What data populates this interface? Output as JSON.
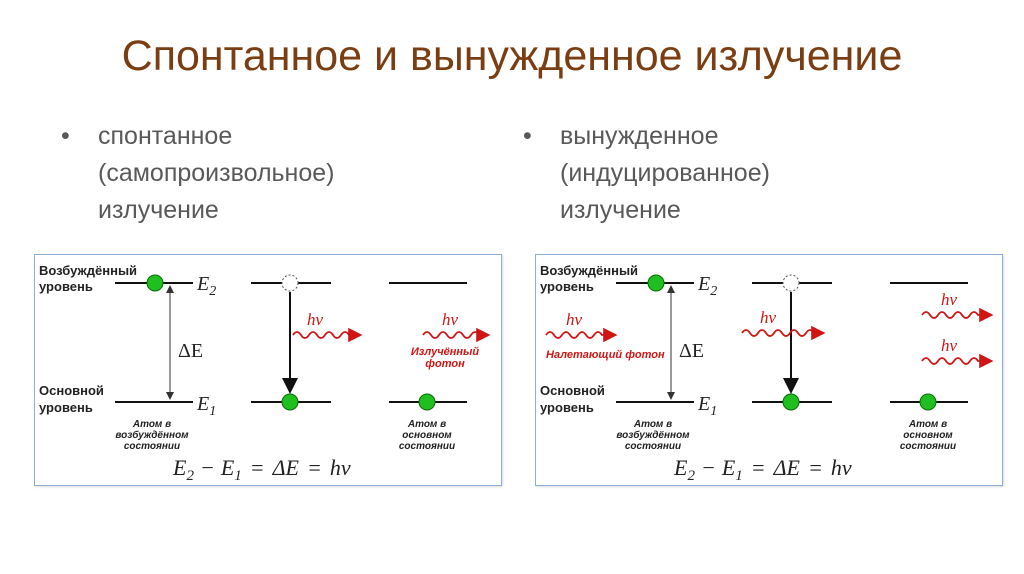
{
  "title": "Спонтанное и вынужденное излучение",
  "bullets": [
    {
      "symbol": "•",
      "lines": [
        "спонтанное",
        "(самопроизвольное)",
        "излучение"
      ]
    },
    {
      "symbol": "•",
      "lines": [
        "вынужденное",
        "(индуцированное)",
        "излучение"
      ]
    }
  ],
  "diagrams": {
    "excited_level": [
      "Возбуждённый",
      "уровень"
    ],
    "ground_level": [
      "Основной",
      "уровень"
    ],
    "e2_letter": "E",
    "e2_sub": "2",
    "e1_letter": "E",
    "e1_sub": "1",
    "delta": "ΔE",
    "photon": "hν",
    "atom_excited": [
      "Атом в",
      "возбуждённом",
      "состоянии"
    ],
    "atom_ground": [
      "Атом в",
      "основном",
      "состоянии"
    ],
    "emitted_photon": [
      "Излучённый",
      "фотон"
    ],
    "incident_photon": "Налетающий фотон",
    "formula": {
      "e2": "E",
      "e2_sub": "2",
      "minus": "−",
      "e1": "E",
      "e1_sub": "1",
      "eq1": "=",
      "delta": "ΔE",
      "eq2": "=",
      "hnu": "hν"
    }
  },
  "colors": {
    "title": "#7a3e12",
    "photon": "#d01515",
    "atom": "#1fbf1f",
    "border": "#8eb0d6"
  }
}
